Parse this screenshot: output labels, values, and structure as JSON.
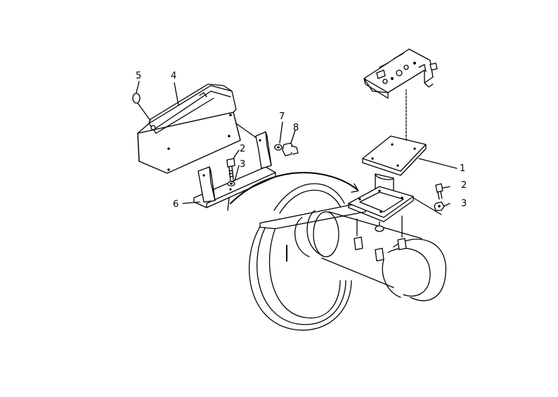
{
  "callouts": {
    "c1": "1",
    "c2_right": "2",
    "c3_right": "3",
    "c2_left": "2",
    "c3_left": "3",
    "c4": "4",
    "c5": "5",
    "c6": "6",
    "c7": "7",
    "c8": "8"
  }
}
